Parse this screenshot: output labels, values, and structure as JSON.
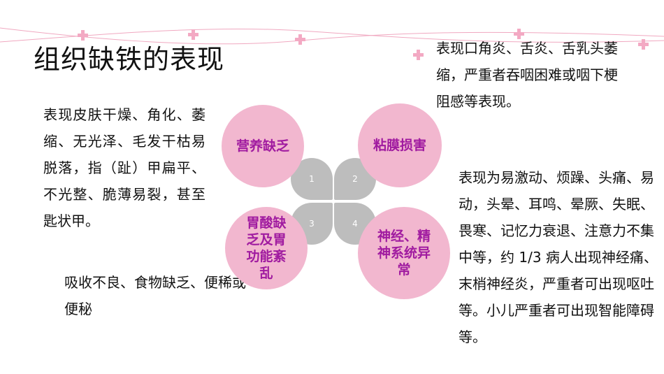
{
  "title": "组织缺铁的表现",
  "circles": [
    {
      "label": "营养缺乏"
    },
    {
      "label": "粘膜损害"
    },
    {
      "label": "胃酸缺乏及胃功能紊乱"
    },
    {
      "label": "神经、精神系统异常"
    }
  ],
  "petals": [
    "1",
    "2",
    "3",
    "4"
  ],
  "texts": {
    "left": "表现皮肤干燥、角化、萎缩、无光泽、毛发干枯易脱落，指（趾）甲扁平、不光整、脆薄易裂，甚至匙状甲。",
    "top_right": "表现口角炎、舌炎、舌乳头萎缩，严重者吞咽困难或咽下梗阻感等表现。",
    "right": "表现为易激动、烦躁、头痛、易动，头晕、耳鸣、晕厥、失眠、畏寒、记忆力衰退、注意力不集中等，约 1/3 病人出现神经痛、末梢神经炎，严重者可出现呕吐等。小儿严重者可出现智能障碍等。",
    "bottom": "吸收不良、食物缺乏、便稀或便秘"
  },
  "colors": {
    "circle_fill": "#f2b7cf",
    "circle_text": "#a01ba0",
    "petal_fill": "#bdbdbd",
    "decor_line": "#f0a8c0"
  }
}
